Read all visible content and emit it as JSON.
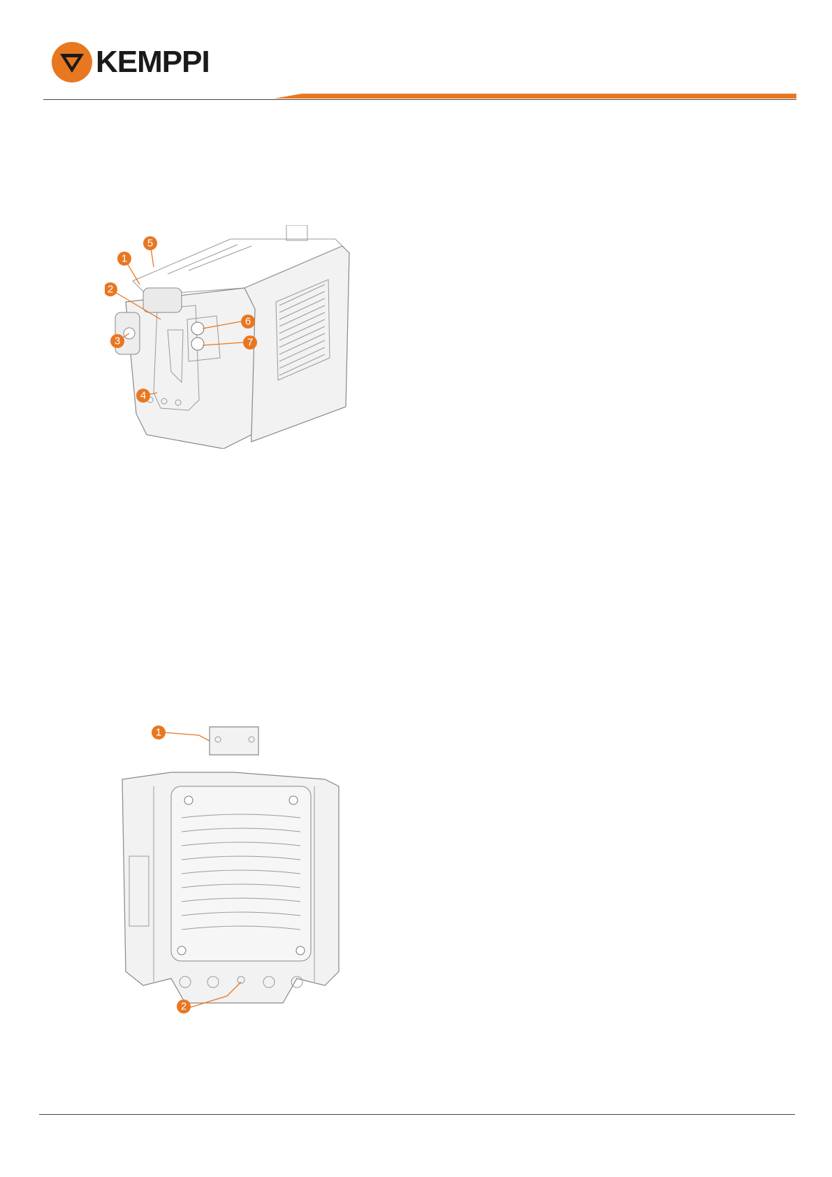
{
  "header": {
    "brand": "KEMPPI",
    "accent_color": "#e87722"
  },
  "figure_top": {
    "icon": "welding-unit-front-iso",
    "callouts": [
      "1",
      "2",
      "3",
      "4",
      "5",
      "6",
      "7"
    ]
  },
  "figure_bottom": {
    "icon": "welding-unit-rear",
    "callouts": [
      "1",
      "2"
    ]
  }
}
